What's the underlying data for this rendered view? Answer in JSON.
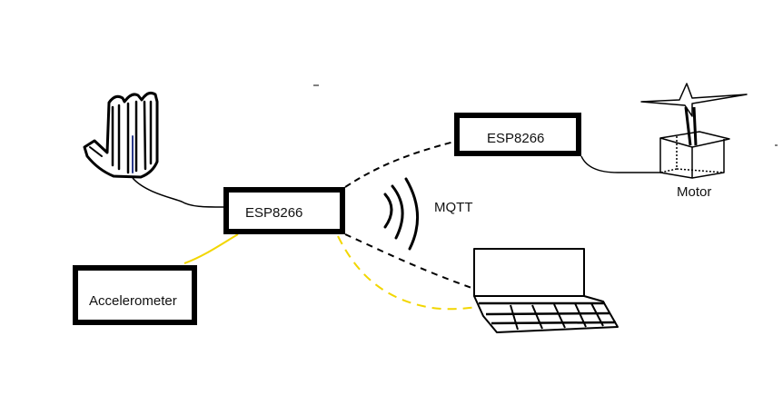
{
  "diagram": {
    "nodes": {
      "esp_left": {
        "label": "ESP8266"
      },
      "esp_top": {
        "label": "ESP8266"
      },
      "accelerometer": {
        "label": "Accelerometer"
      },
      "motor": {
        "label": "Motor"
      },
      "glove": {
        "icon": "hand-glove-icon"
      },
      "laptop": {
        "icon": "laptop-icon"
      },
      "wireless": {
        "label": "MQTT",
        "icon": "wireless-waves-icon"
      }
    },
    "colors": {
      "wire": "#000000",
      "yellow_wire": "#f2d600",
      "glove_accent": "#2a3a8a"
    }
  }
}
